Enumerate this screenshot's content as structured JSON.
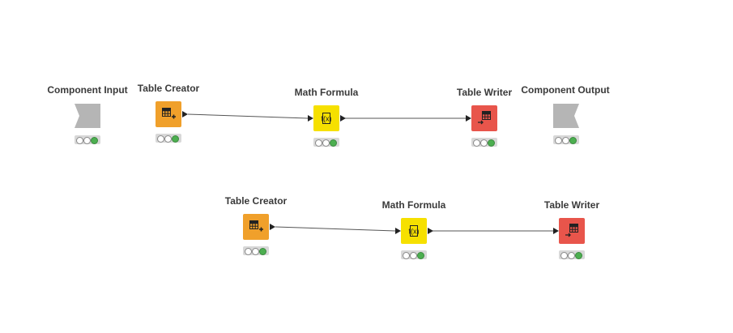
{
  "workflow": {
    "component_input": {
      "label": "Component Input",
      "icon": "component-input-icon"
    },
    "component_output": {
      "label": "Component Output",
      "icon": "component-output-icon"
    },
    "row1": {
      "creator": {
        "label": "Table Creator",
        "icon": "table-creator-icon"
      },
      "formula": {
        "label": "Math Formula",
        "icon": "math-formula-icon",
        "glyph": "f(x)"
      },
      "writer": {
        "label": "Table Writer",
        "icon": "table-writer-icon"
      }
    },
    "row2": {
      "creator": {
        "label": "Table Creator",
        "icon": "table-creator-icon"
      },
      "formula": {
        "label": "Math Formula",
        "icon": "math-formula-icon",
        "glyph": "f(x)"
      },
      "writer": {
        "label": "Table Writer",
        "icon": "table-writer-icon"
      }
    }
  },
  "colors": {
    "creator": "#f0a02b",
    "formula": "#f6e000",
    "writer": "#e8554b",
    "component": "#b5b5b5",
    "status_ok": "#4caf50"
  }
}
